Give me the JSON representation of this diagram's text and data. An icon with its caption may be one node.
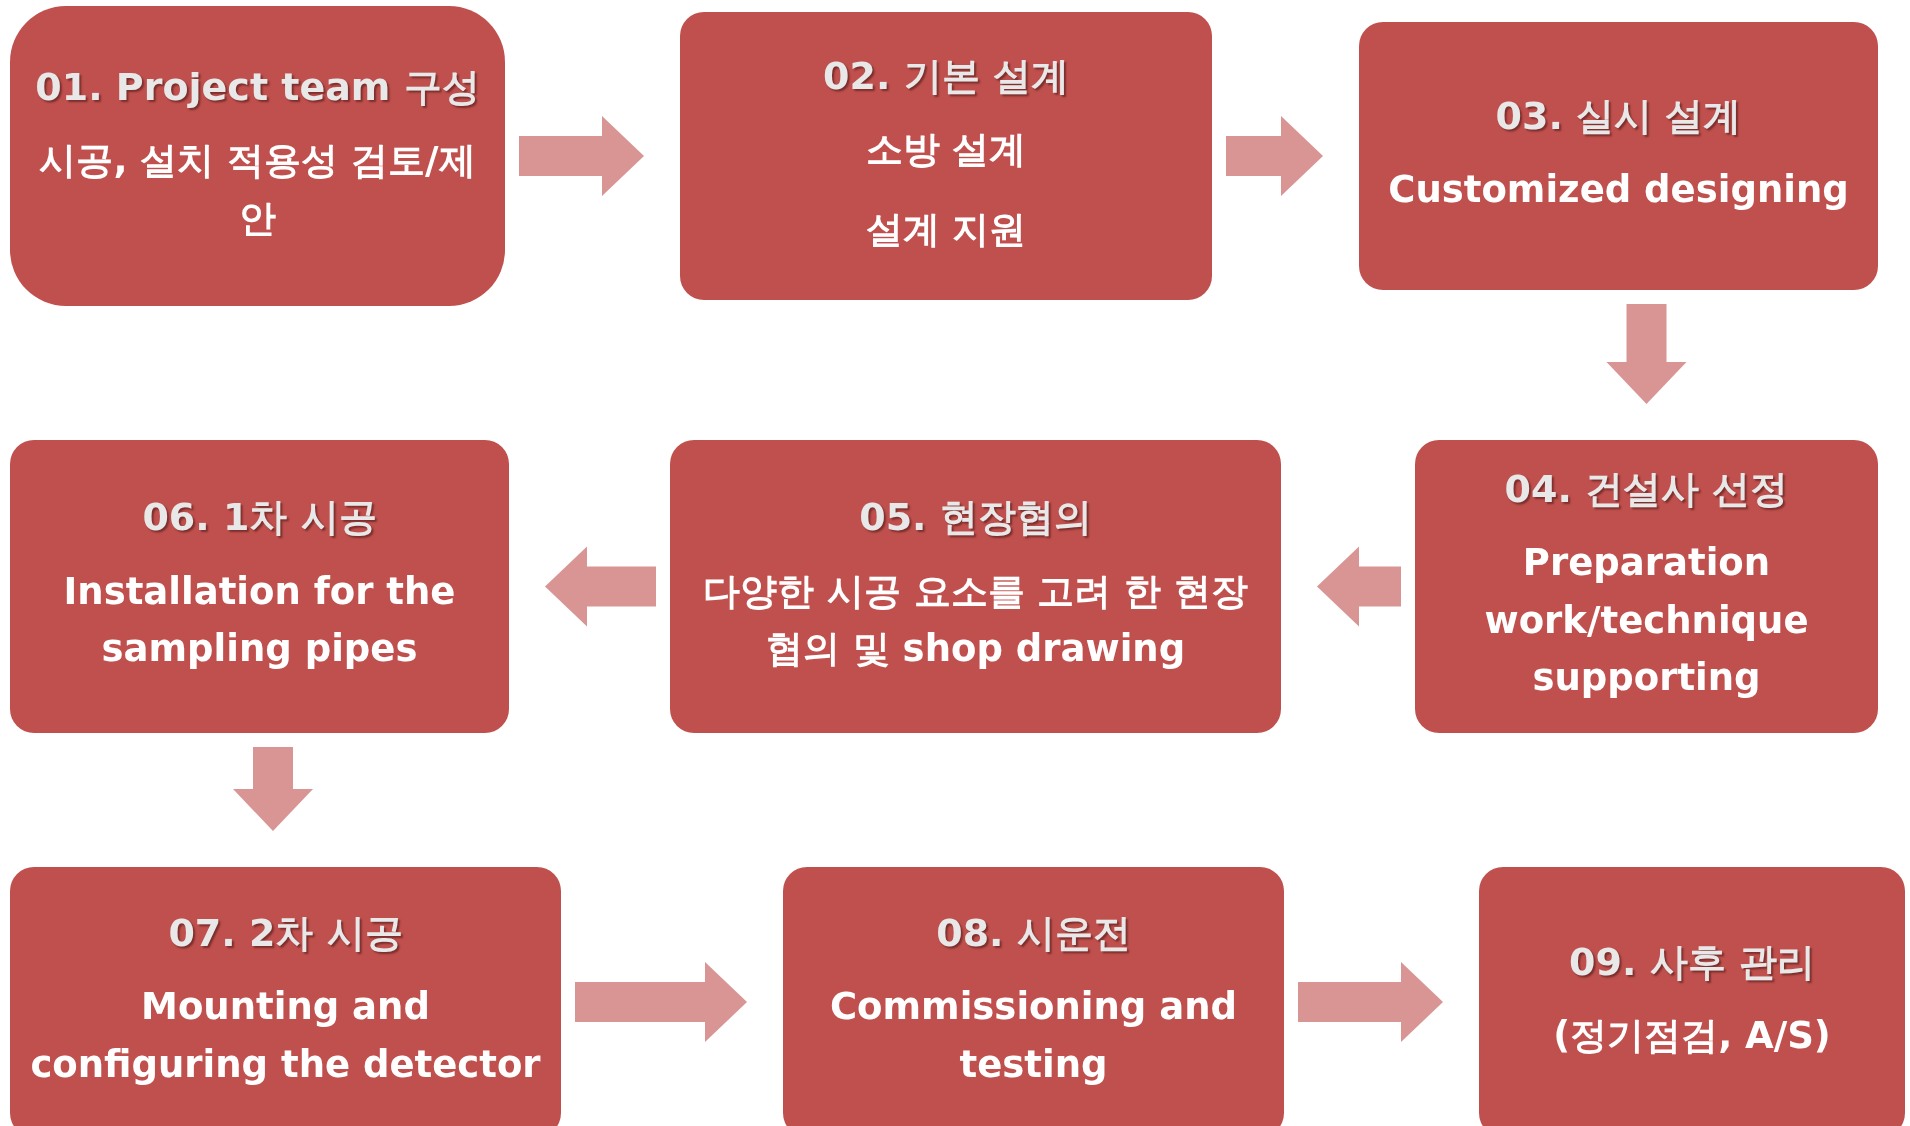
{
  "diagram": {
    "nodes": [
      {
        "text": [
          "01. Project team 구성",
          "시공, 설치 적용성 검토/제안"
        ]
      },
      {
        "text": [
          "02. 기본 설계",
          "소방 설계",
          "설계 지원"
        ]
      },
      {
        "text": [
          "03. 실시 설계",
          "Customized designing"
        ]
      },
      {
        "text": [
          "04. 건설사 선정",
          "Preparation work/technique supporting"
        ]
      },
      {
        "text": [
          "05. 현장협의",
          "다양한 시공 요소를 고려 한 현장 협의 및 shop drawing"
        ]
      },
      {
        "text": [
          "06. 1차 시공",
          "Installation for the sampling pipes"
        ]
      },
      {
        "text": [
          "07. 2차 시공",
          "Mounting and configuring the detector"
        ]
      },
      {
        "text": [
          "08. 시운전",
          "Commissioning and testing"
        ]
      },
      {
        "text": [
          "09. 사후 관리",
          "(정기점검, A/S)"
        ]
      }
    ],
    "edges": [
      {
        "from": 0,
        "to": 1,
        "arrow": "to"
      },
      {
        "from": 1,
        "to": 2,
        "arrow": "to"
      },
      {
        "from": 2,
        "to": 3,
        "arrow": "to"
      },
      {
        "from": 3,
        "to": 4,
        "arrow": "to"
      },
      {
        "from": 4,
        "to": 5,
        "arrow": "to"
      },
      {
        "from": 5,
        "to": 6,
        "arrow": "to"
      },
      {
        "from": 6,
        "to": 7,
        "arrow": "to"
      },
      {
        "from": 7,
        "to": 8,
        "arrow": "to"
      }
    ]
  }
}
